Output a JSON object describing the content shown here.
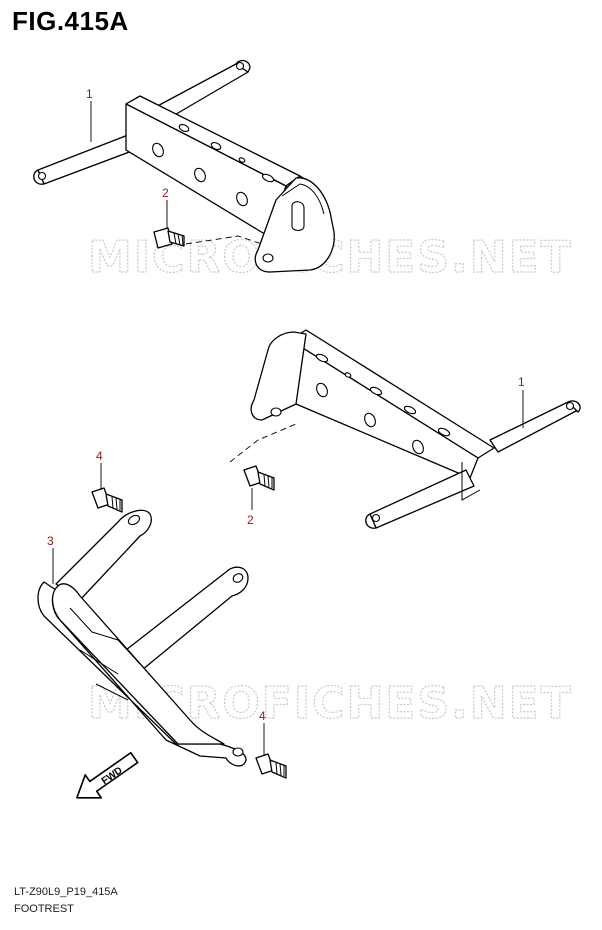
{
  "figure": {
    "title": "FIG.415A",
    "code": "LT-Z90L9_P19_415A",
    "caption": "FOOTREST"
  },
  "watermark": {
    "text": "MICROFICHES.NET"
  },
  "callouts": {
    "footrest_right": "1",
    "footrest_left": "1",
    "bolt_right": "2",
    "bolt_left": "2",
    "guard": "3",
    "bolt_guard_upper": "4",
    "bolt_guard_lower": "4"
  },
  "fwd_arrow": {
    "label": "FWD"
  },
  "colors": {
    "callout": "#8b1a1a",
    "watermark": "#c9c9c9",
    "line": "#000000"
  }
}
